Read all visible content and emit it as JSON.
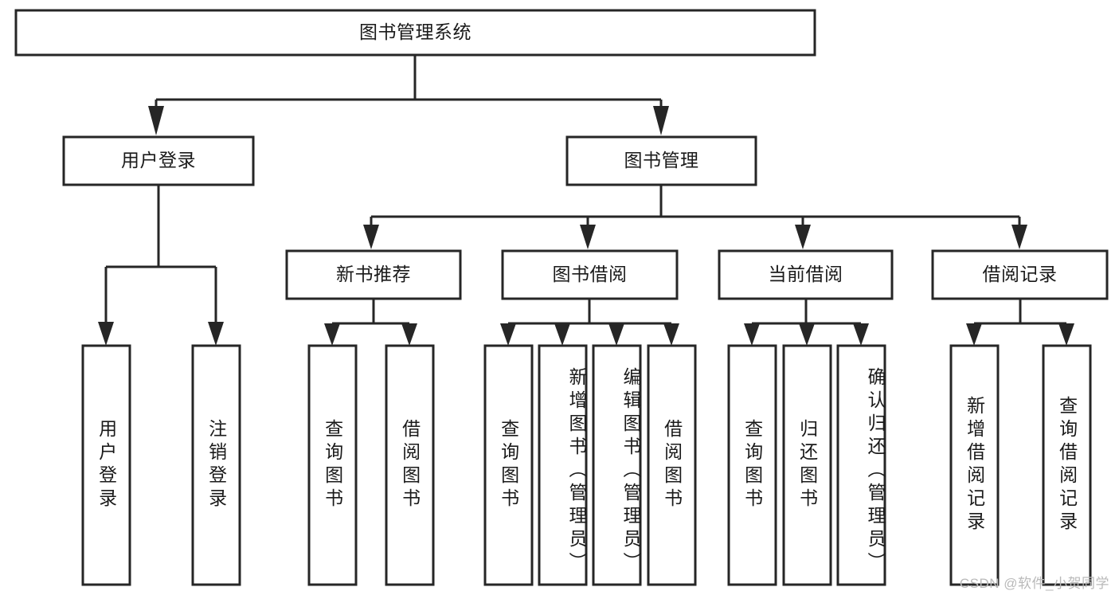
{
  "diagram": {
    "title": "图书管理系统",
    "type": "tree-hierarchy-diagram",
    "watermark": "CSDN @软件_小贺同学",
    "colors": {
      "box_stroke": "#262626",
      "box_fill": "#ffffff",
      "text": "#1a1a1a",
      "background": "#ffffff",
      "watermark": "#b9b9b9"
    },
    "root": {
      "label": "图书管理系统"
    },
    "level1": [
      {
        "label": "用户登录"
      },
      {
        "label": "图书管理"
      }
    ],
    "level2": [
      {
        "label": "新书推荐"
      },
      {
        "label": "图书借阅"
      },
      {
        "label": "当前借阅"
      },
      {
        "label": "借阅记录"
      }
    ],
    "leaves": {
      "user_login": [
        {
          "label": "用户登录"
        },
        {
          "label": "注销登录"
        }
      ],
      "new_book_recommend": [
        {
          "label": "查询图书"
        },
        {
          "label": "借阅图书"
        }
      ],
      "book_borrow": [
        {
          "label": "查询图书"
        },
        {
          "label": "新增图书（管理员）"
        },
        {
          "label": "编辑图书（管理员）"
        },
        {
          "label": "借阅图书"
        }
      ],
      "current_borrow": [
        {
          "label": "查询图书"
        },
        {
          "label": "归还图书"
        },
        {
          "label": "确认归还（管理员）"
        }
      ],
      "borrow_record": [
        {
          "label": "新增借阅记录"
        },
        {
          "label": "查询借阅记录"
        }
      ]
    }
  }
}
